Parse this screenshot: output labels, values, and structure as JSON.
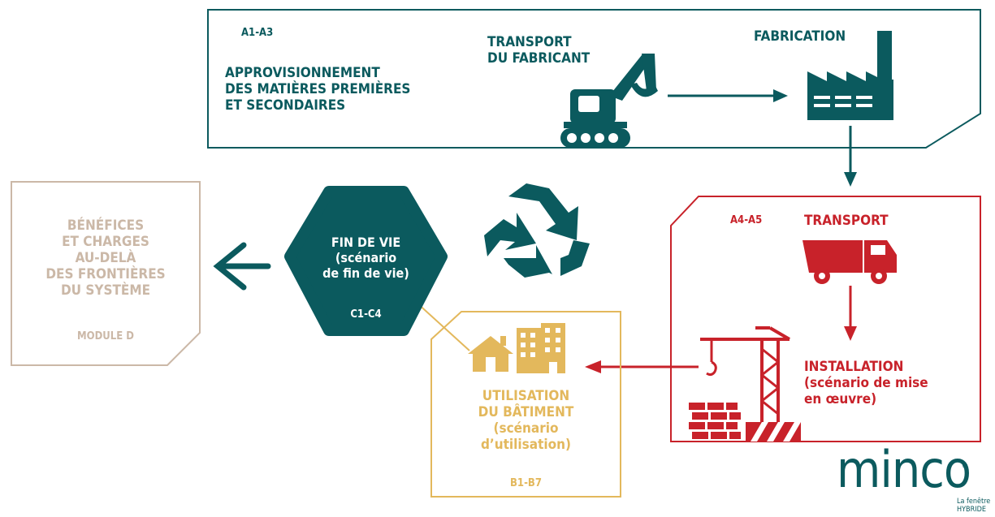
{
  "stage_a1a3": {
    "code": "A1-A3",
    "supply_label": [
      "APPROVISIONNEMENT",
      "DES MATIÈRES PREMIÈRES",
      "ET SECONDAIRES"
    ],
    "transport_label": [
      "TRANSPORT",
      "DU FABRICANT"
    ],
    "fabrication_label": "FABRICATION",
    "icons": [
      "excavator-icon",
      "factory-icon"
    ]
  },
  "stage_a4a5": {
    "code": "A4-A5",
    "transport_label": "TRANSPORT",
    "installation_label": [
      "INSTALLATION",
      "(scénario de mise",
      "en œuvre)"
    ],
    "icons": [
      "truck-icon",
      "crane-icon",
      "bricks-icon"
    ]
  },
  "stage_b": {
    "label": [
      "UTILISATION",
      "DU BÂTIMENT",
      "(scénario",
      "d’utilisation)"
    ],
    "code": "B1-B7",
    "icons": [
      "house-icon",
      "building-icon"
    ]
  },
  "stage_c": {
    "label": [
      "FIN DE VIE",
      "(scénario",
      "de fin de vie)"
    ],
    "code": "C1-C4"
  },
  "module_d": {
    "label": [
      "BÉNÉFICES",
      "ET CHARGES",
      "AU-DELÀ",
      "DES FRONTIÈRES",
      "DU SYSTÈME"
    ],
    "code": "MODULE D"
  },
  "center_icon": "recycle-icon",
  "logo": {
    "name": "minco",
    "registered": "®",
    "tagline": [
      "La fenêtre",
      "HYBRIDE"
    ]
  },
  "colors": {
    "teal": "#0b5a5e",
    "red": "#c8222a",
    "gold": "#e3b85c",
    "beige": "#cbb8a7"
  }
}
